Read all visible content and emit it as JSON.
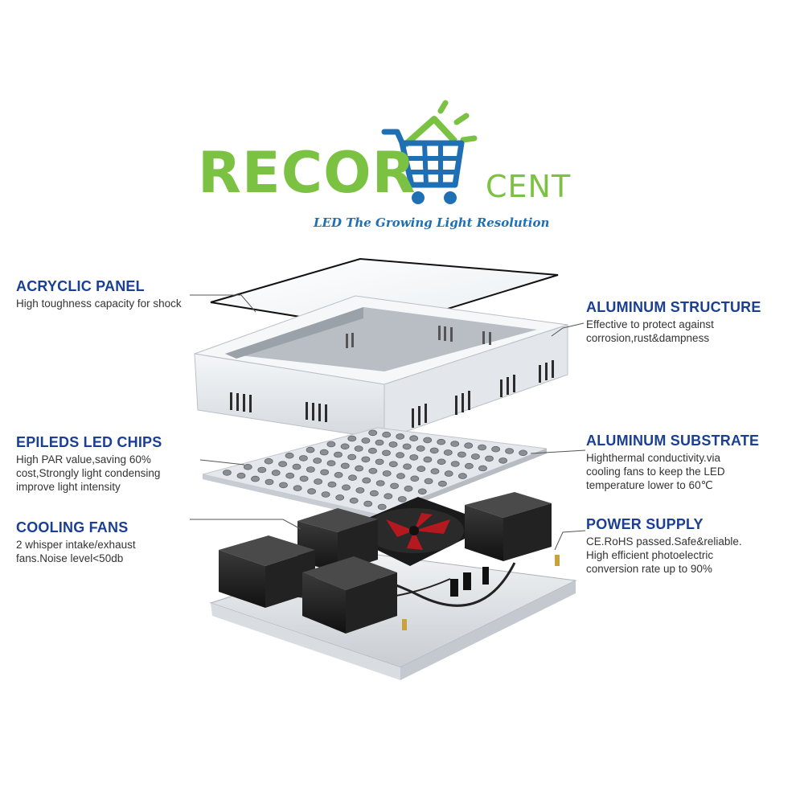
{
  "brand": {
    "name": "RECOR",
    "name_suffix": "CENT",
    "tagline": "LED The Growing Light Resolution",
    "colors": {
      "green": "#7cc242",
      "blue": "#1f6fb5"
    },
    "icon": "shopping-cart-with-sun-icon"
  },
  "components": [
    {
      "id": "acrylic-panel",
      "title": "ACRYCLIC PANEL",
      "description": "High toughness capacity for shock"
    },
    {
      "id": "aluminum-structure",
      "title": "ALUMINUM STRUCTURE",
      "description": "Effective to protect against\ncorrosion,rust&dampness"
    },
    {
      "id": "epileds-led-chips",
      "title": "EPILEDS LED CHIPS",
      "description": "High PAR value,saving 60%\ncost,Strongly light condensing\nimprove light intensity"
    },
    {
      "id": "aluminum-substrate",
      "title": "ALUMINUM SUBSTRATE",
      "description": "Highthermal conductivity.via\ncooling fans to keep the LED\ntemperature lower to 60℃"
    },
    {
      "id": "cooling-fans",
      "title": "COOLING FANS",
      "description": "2 whisper intake/exhaust\nfans.Noise level<50db"
    },
    {
      "id": "power-supply",
      "title": "POWER SUPPLY",
      "description": "CE.RoHS passed.Safe&reliable.\nHigh efficient photoelectric\nconversion rate up to 90%"
    }
  ],
  "colors": {
    "title": "#1a3f93",
    "description": "#333333"
  }
}
